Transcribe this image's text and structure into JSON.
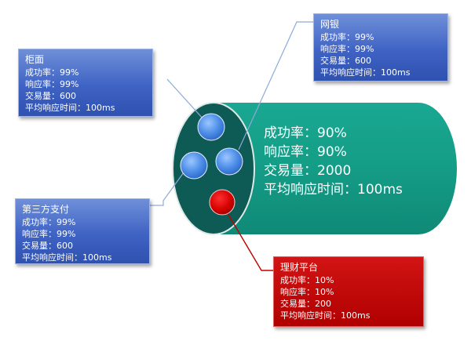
{
  "pipe": {
    "colors": {
      "body": "#149c86",
      "end_cap": "#0e5a55",
      "rim": "#0b4541"
    },
    "stats": {
      "success_rate": "成功率：90%",
      "response_rate": "响应率：90%",
      "transaction_volume": "交易量：2000",
      "avg_response_time": "平均响应时间：100ms"
    }
  },
  "channels": {
    "guimian": {
      "title": "柜面",
      "color": "#3f63c4",
      "success_rate": "成功率：99%",
      "response_rate": "响应率：99%",
      "transaction_volume": "交易量：600",
      "avg_response_time": "平均响应时间：100ms"
    },
    "wangyin": {
      "title": "网银",
      "color": "#3f63c4",
      "success_rate": "成功率：99%",
      "response_rate": "响应率：99%",
      "transaction_volume": "交易量：600",
      "avg_response_time": "平均响应时间：100ms"
    },
    "third_party": {
      "title": "第三方支付",
      "color": "#3f63c4",
      "success_rate": "成功率：99%",
      "response_rate": "响应率：99%",
      "transaction_volume": "交易量：600",
      "avg_response_time": "平均响应时间：100ms"
    },
    "licai": {
      "title": "理财平台",
      "color": "#c00000",
      "success_rate": "成功率：10%",
      "response_rate": "响应率：10%",
      "transaction_volume": "交易量：200",
      "avg_response_time": "平均响应时间：100ms"
    }
  }
}
